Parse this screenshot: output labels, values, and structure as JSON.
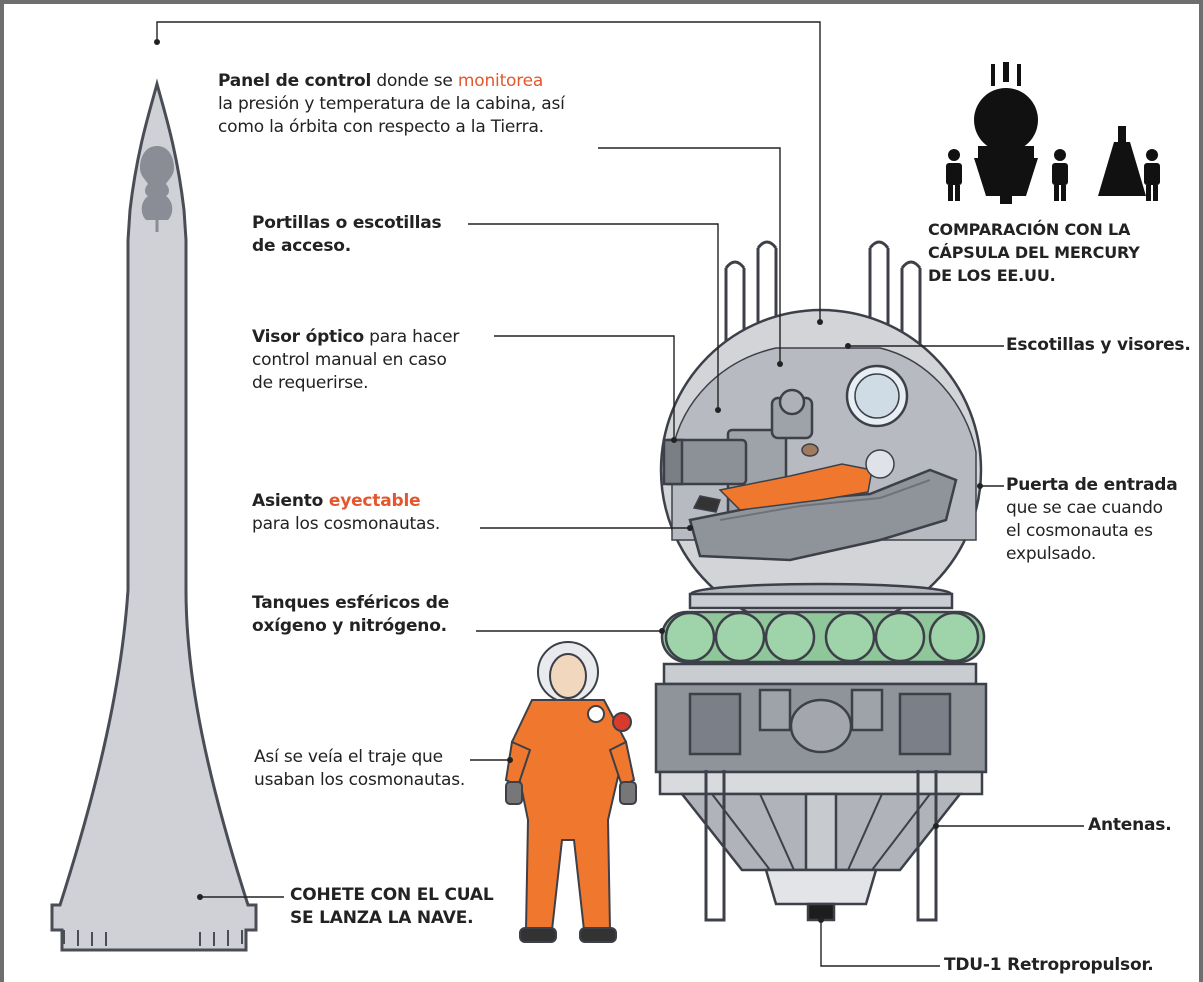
{
  "colors": {
    "accent": "#e4572e",
    "rocket": "#cfd1d6",
    "tank": "#8fc79a",
    "suit": "#f0782e"
  },
  "labels": {
    "panel_bold": "Panel de control",
    "panel_mid": " donde se ",
    "panel_accent": "monitorea",
    "panel_l2": "la presión y temperatura de la cabina, así",
    "panel_l3": "como la órbita con respecto a la Tierra.",
    "portillas_l1": "Portillas o escotillas",
    "portillas_l2": "de acceso.",
    "visor_bold": "Visor óptico",
    "visor_rest": " para hacer",
    "visor_l2": "control manual en caso",
    "visor_l3": "de requerirse.",
    "asiento_a": "Asiento ",
    "asiento_accent": "eyectable",
    "asiento_l2": "para los cosmonautas.",
    "tanques_l1": "Tanques esféricos de",
    "tanques_l2": "oxígeno y nitrógeno.",
    "traje_l1": "Así se veía el traje que",
    "traje_l2": "usaban los cosmonautas.",
    "cohete_l1": "COHETE CON EL CUAL",
    "cohete_l2": "SE LANZA LA NAVE.",
    "comparacion_l1": "COMPARACIÓN CON LA",
    "comparacion_l2": "CÁPSULA DEL MERCURY",
    "comparacion_l3": "DE LOS EE.UU.",
    "escotillas": "Escotillas y visores.",
    "puerta_bold": "Puerta de entrada",
    "puerta_l2": "que se cae cuando",
    "puerta_l3": "el cosmonauta es",
    "puerta_l4": "expulsado.",
    "antenas": "Antenas.",
    "tdu": "TDU-1 Retropropulsor."
  }
}
